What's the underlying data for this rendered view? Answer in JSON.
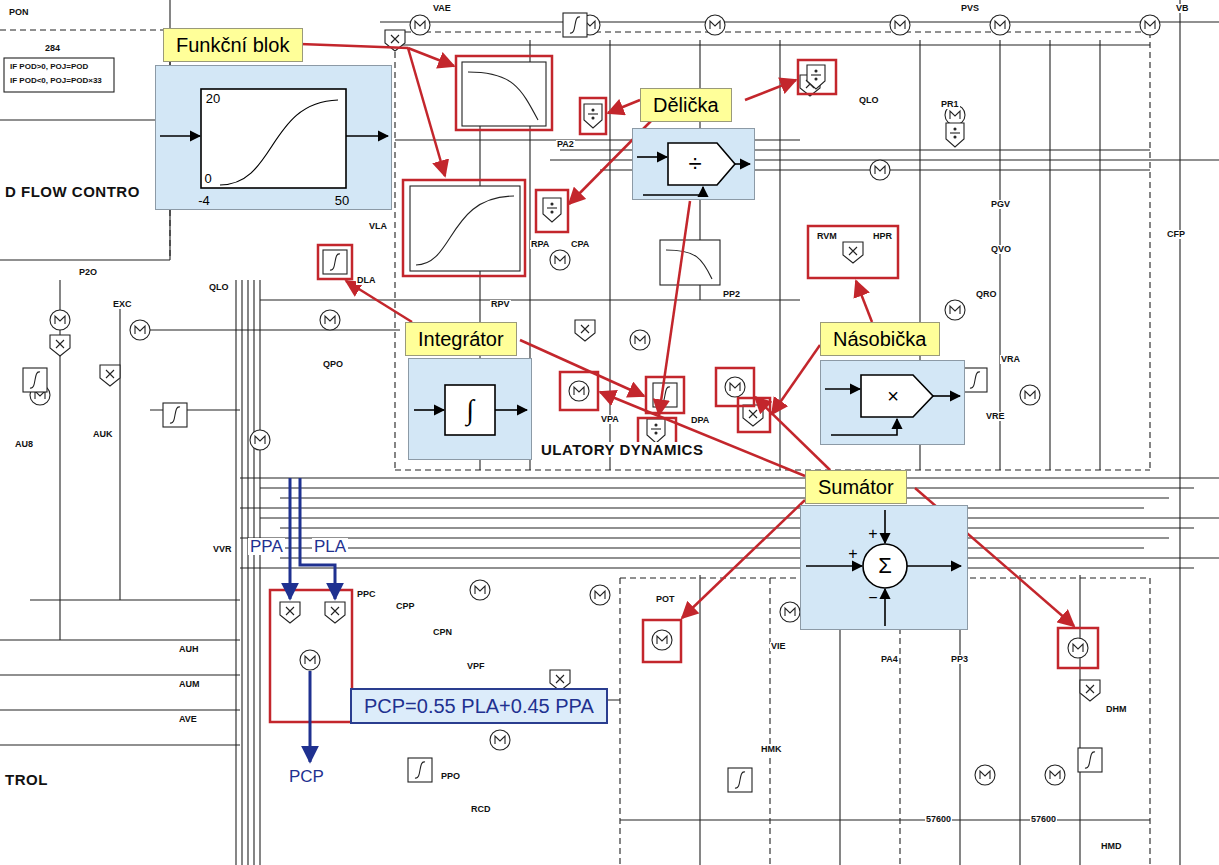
{
  "diagram": {
    "nodes": [
      {
        "text": [
          "Funkční blok"
        ]
      },
      {
        "text": [
          "20",
          "0",
          "-4",
          "50"
        ]
      },
      {
        "text": [
          "Dělička"
        ]
      },
      {
        "text": [
          "÷"
        ]
      },
      {
        "text": [
          "Integrátor"
        ]
      },
      {
        "text": [
          "∫"
        ]
      },
      {
        "text": [
          "Násobička"
        ]
      },
      {
        "text": [
          "×"
        ]
      },
      {
        "text": [
          "Sumátor"
        ]
      },
      {
        "text": [
          "+",
          "+",
          "Σ",
          "−"
        ]
      },
      {
        "text": [
          "PCP=0.55 PLA+0.45 PPA"
        ]
      }
    ],
    "labels": [
      "PON",
      "284",
      "IF POD>0, POJ=POD",
      "IF POD<0, POJ=POD×33",
      "D FLOW CONTRO",
      "ULATORY DYNAMICS",
      "TROL",
      "PPA",
      "PLA",
      "PCP",
      "VAE",
      "PVS",
      "QLO",
      "PR1",
      "PGV",
      "QVO",
      "QRO",
      "VRA",
      "VRE",
      "VLA",
      "DLA",
      "QPO",
      "RPA",
      "CPA",
      "RPV",
      "VPA",
      "DPA",
      "PP2",
      "PA2",
      "PPC",
      "CPP",
      "CPN",
      "VPF",
      "POT",
      "PA4",
      "PP3",
      "DHM",
      "HMD",
      "AUH",
      "AUM",
      "AVE",
      "AUK",
      "AU8",
      "VVR",
      "P2O",
      "EXC",
      "RVM",
      "HPR",
      "PPO",
      "RCD",
      "HMK",
      "VIE",
      "QLO",
      "VB",
      "CFP",
      "57600",
      "57600"
    ]
  }
}
